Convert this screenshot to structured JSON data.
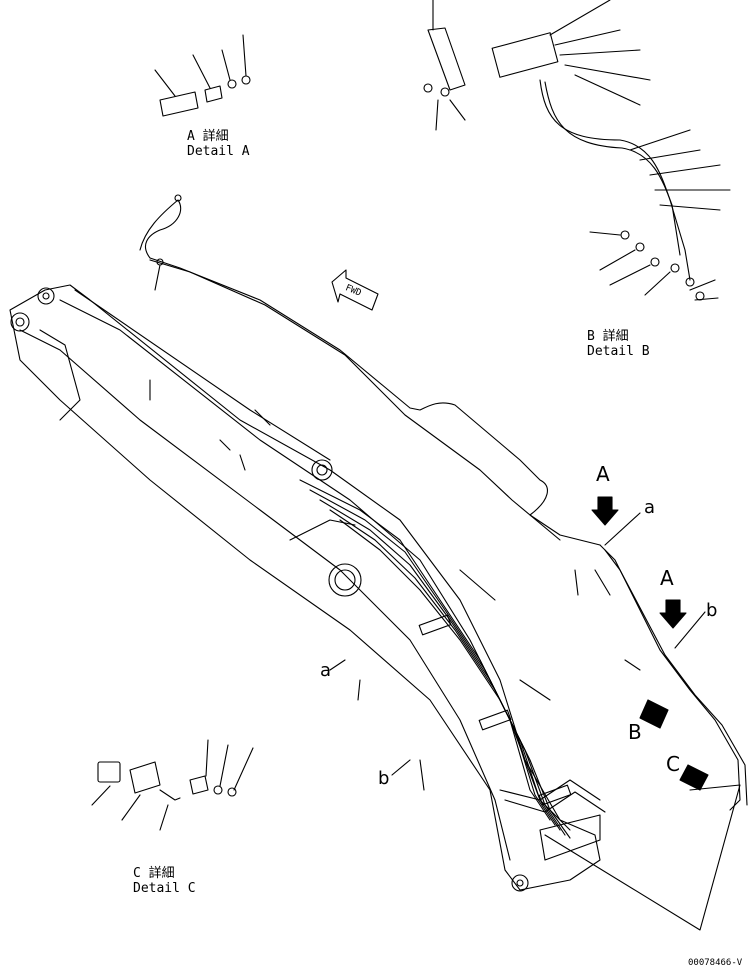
{
  "detail_a": {
    "jp": "A 詳細",
    "en": "Detail A"
  },
  "detail_b": {
    "jp": "B 詳細",
    "en": "Detail B"
  },
  "detail_c": {
    "jp": "C 詳細",
    "en": "Detail C"
  },
  "callouts": {
    "A1": "A",
    "A2": "A",
    "B": "B",
    "C": "C",
    "a1": "a",
    "a2": "a",
    "b1": "b",
    "b2": "b"
  },
  "fwd": "FWD",
  "drawing_number": "00078466-V"
}
